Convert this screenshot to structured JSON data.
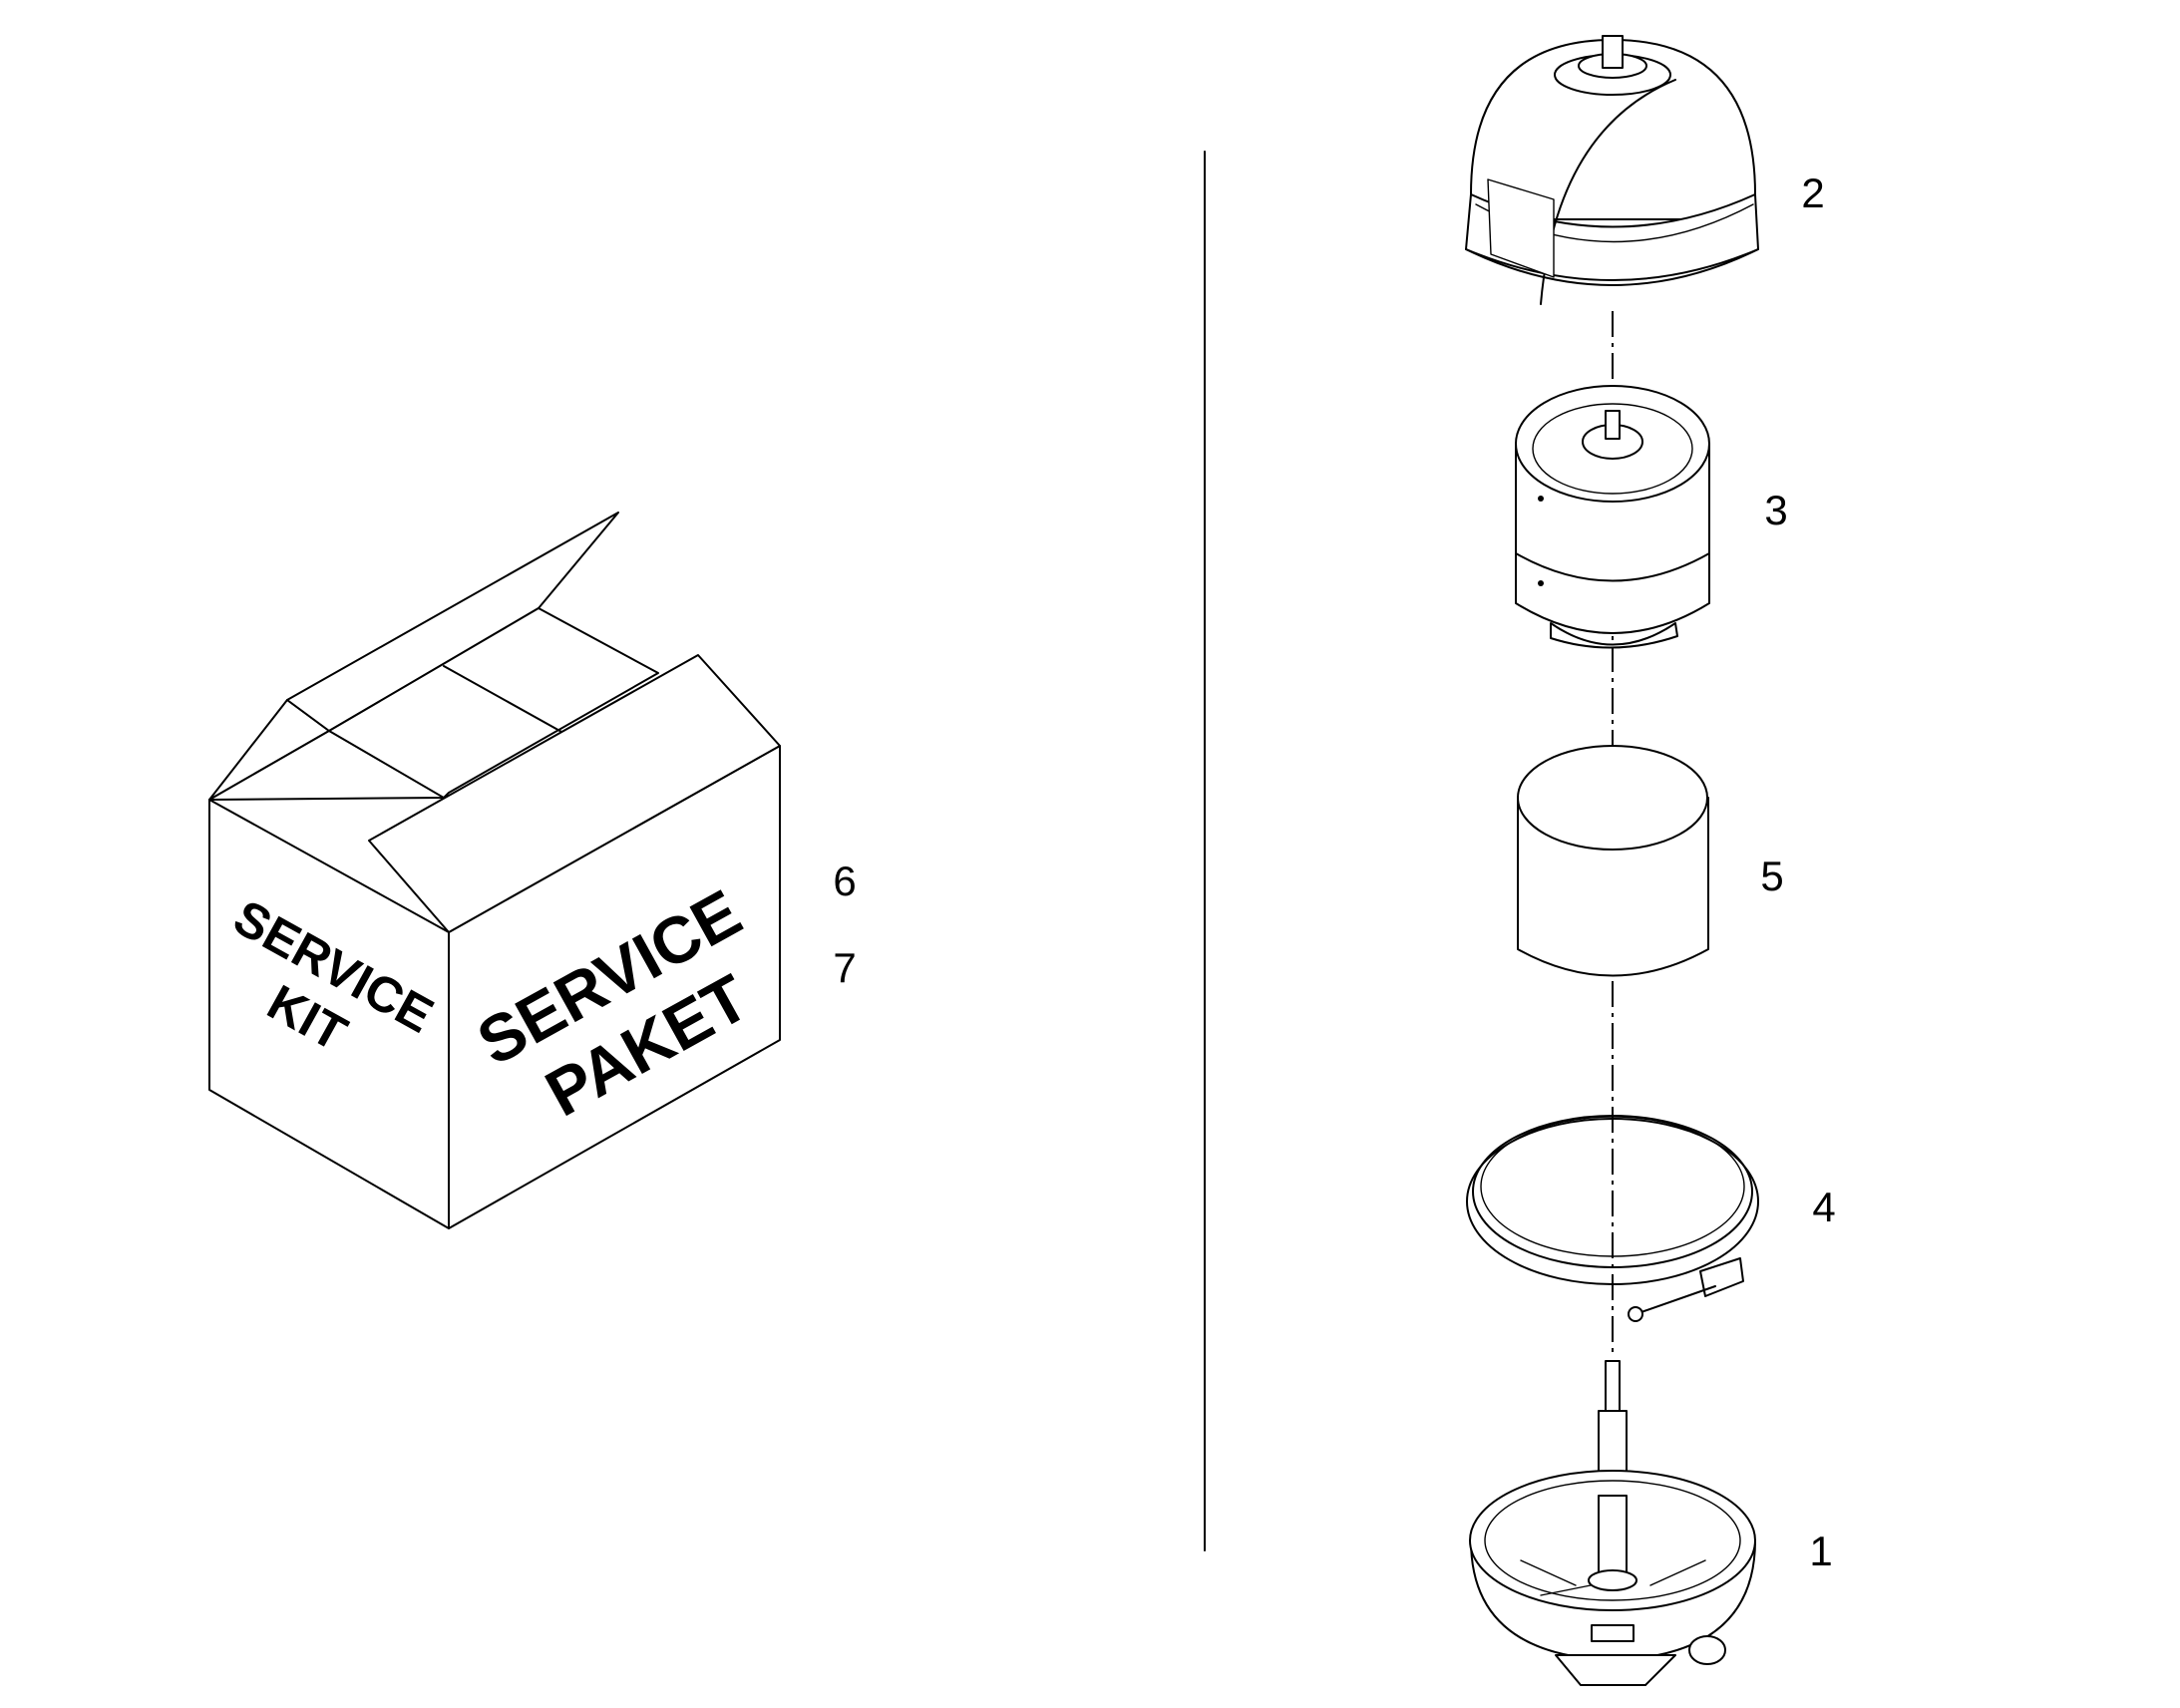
{
  "box": {
    "side_text": [
      "SERVICE",
      "KIT"
    ],
    "front_text": [
      "SERVICE",
      "PAKET"
    ]
  },
  "callouts": {
    "c1": "1",
    "c2": "2",
    "c3": "3",
    "c4": "4",
    "c5": "5",
    "c6": "6",
    "c7": "7"
  },
  "parts": {
    "cover": "2",
    "rotor": "3",
    "sleeve": "5",
    "clamp": "4",
    "base": "1"
  }
}
